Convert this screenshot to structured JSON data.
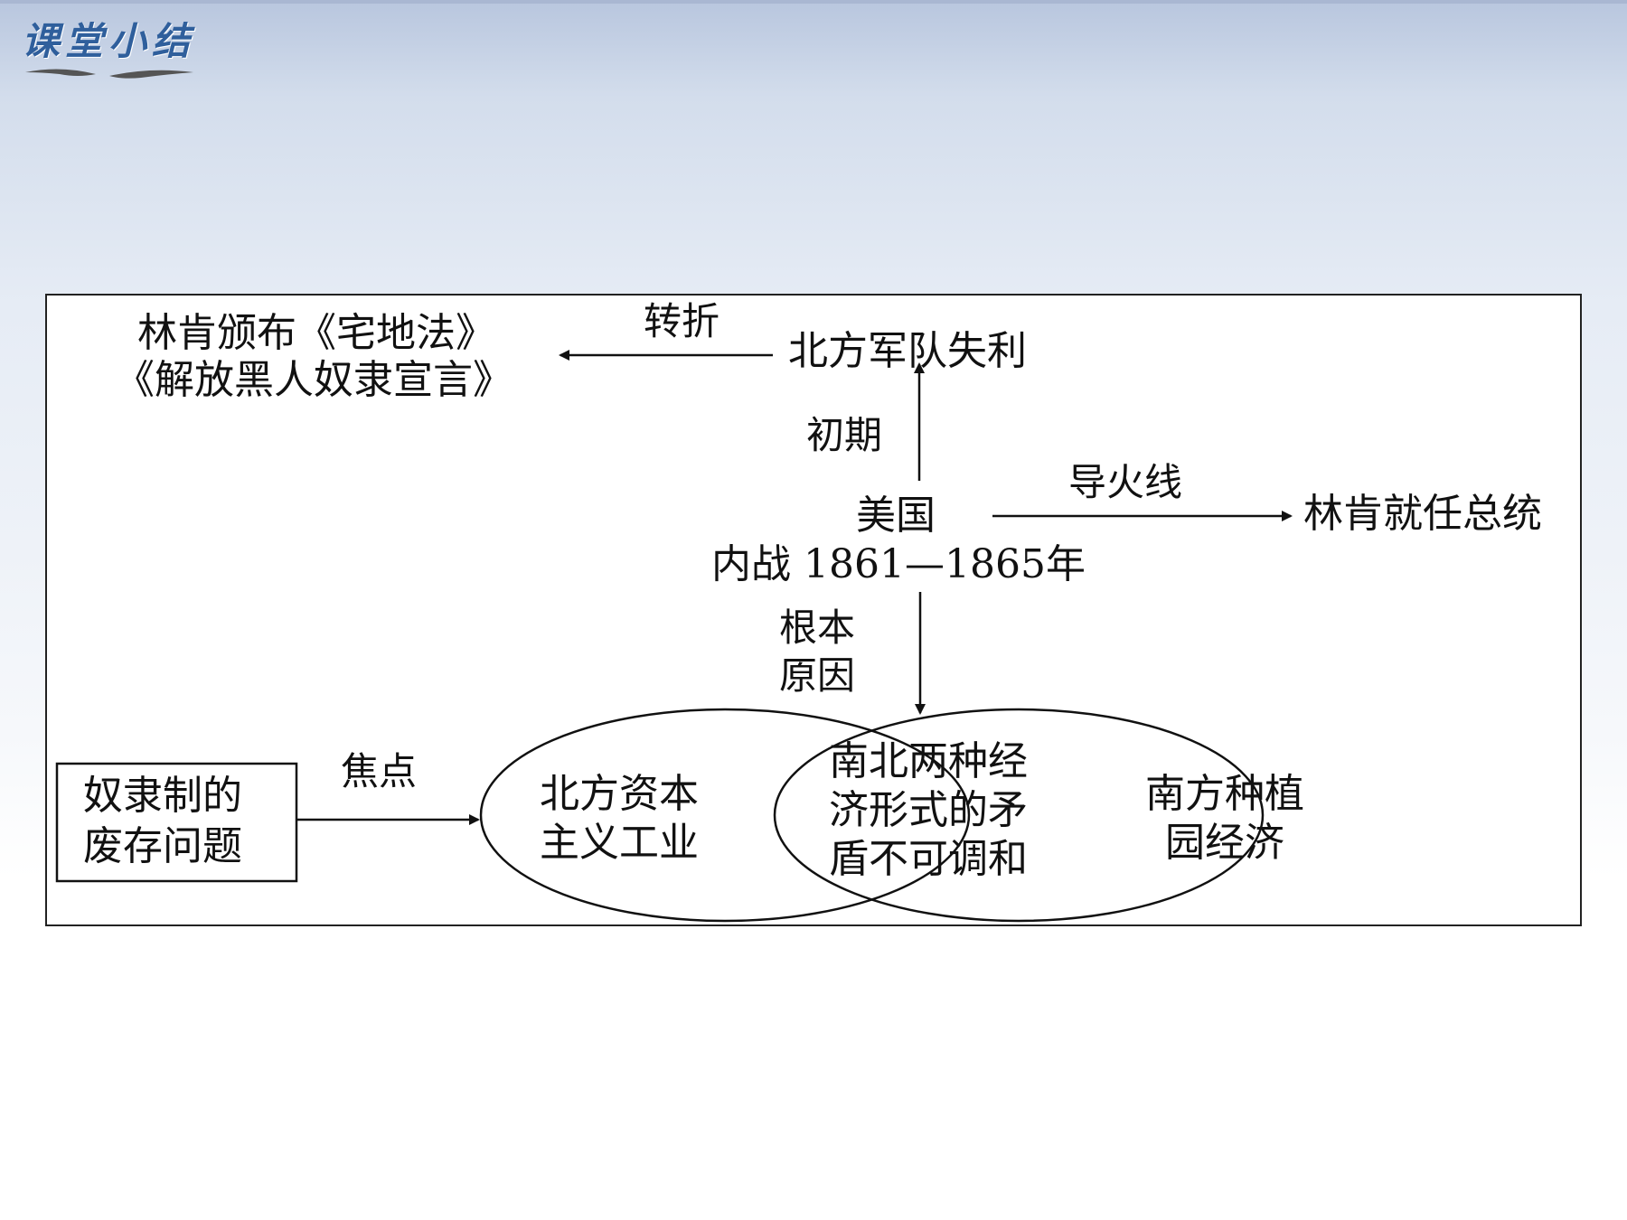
{
  "slide": {
    "title": "课堂小结"
  },
  "diagram": {
    "center_line1": "美国",
    "center_line2": "内战 1861—1865年",
    "up_label": "初期",
    "north_defeat": "北方军队失利",
    "turn_label": "转折",
    "lincoln_acts_line1": "林肯颁布《宅地法》",
    "lincoln_acts_line2": "《解放黑人奴隶宣言》",
    "fuse_label": "导火线",
    "lincoln_president": "林肯就任总统",
    "root_cause_line1": "根本",
    "root_cause_line2": "原因",
    "slavery_box_line1": "奴隶制的",
    "slavery_box_line2": "废存问题",
    "focus_label": "焦点",
    "north_economy_line1": "北方资本",
    "north_economy_line2": "主义工业",
    "contradiction_line1": "南北两种经",
    "contradiction_line2": "济形式的矛",
    "contradiction_line3": "盾不可调和",
    "south_economy_line1": "南方种植",
    "south_economy_line2": "园经济"
  }
}
